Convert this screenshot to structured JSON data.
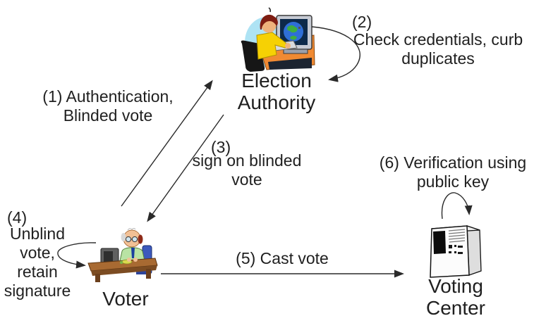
{
  "colors": {
    "background": "#ffffff",
    "text": "#1f1f1f",
    "arrow": "#2a2a2a"
  },
  "nodes": {
    "election_authority": {
      "label": "Election\nAuthority",
      "icon": "clerk-at-computer-icon"
    },
    "voter": {
      "label": "Voter",
      "icon": "voter-at-desk-icon"
    },
    "voting_center": {
      "label": "Voting\nCenter",
      "icon": "server-tower-icon"
    }
  },
  "steps": {
    "step1": {
      "label": "(1) Authentication,\nBlinded vote"
    },
    "step2": {
      "number": "(2)",
      "label": "Check credentials, curb\nduplicates"
    },
    "step3": {
      "number": "(3)",
      "label": "sign on blinded\nvote"
    },
    "step4": {
      "number": "(4)",
      "label": "Unblind\nvote,\nretain\nsignature"
    },
    "step5": {
      "label": "(5) Cast vote"
    },
    "step6": {
      "label": "(6) Verification using\npublic key"
    }
  }
}
